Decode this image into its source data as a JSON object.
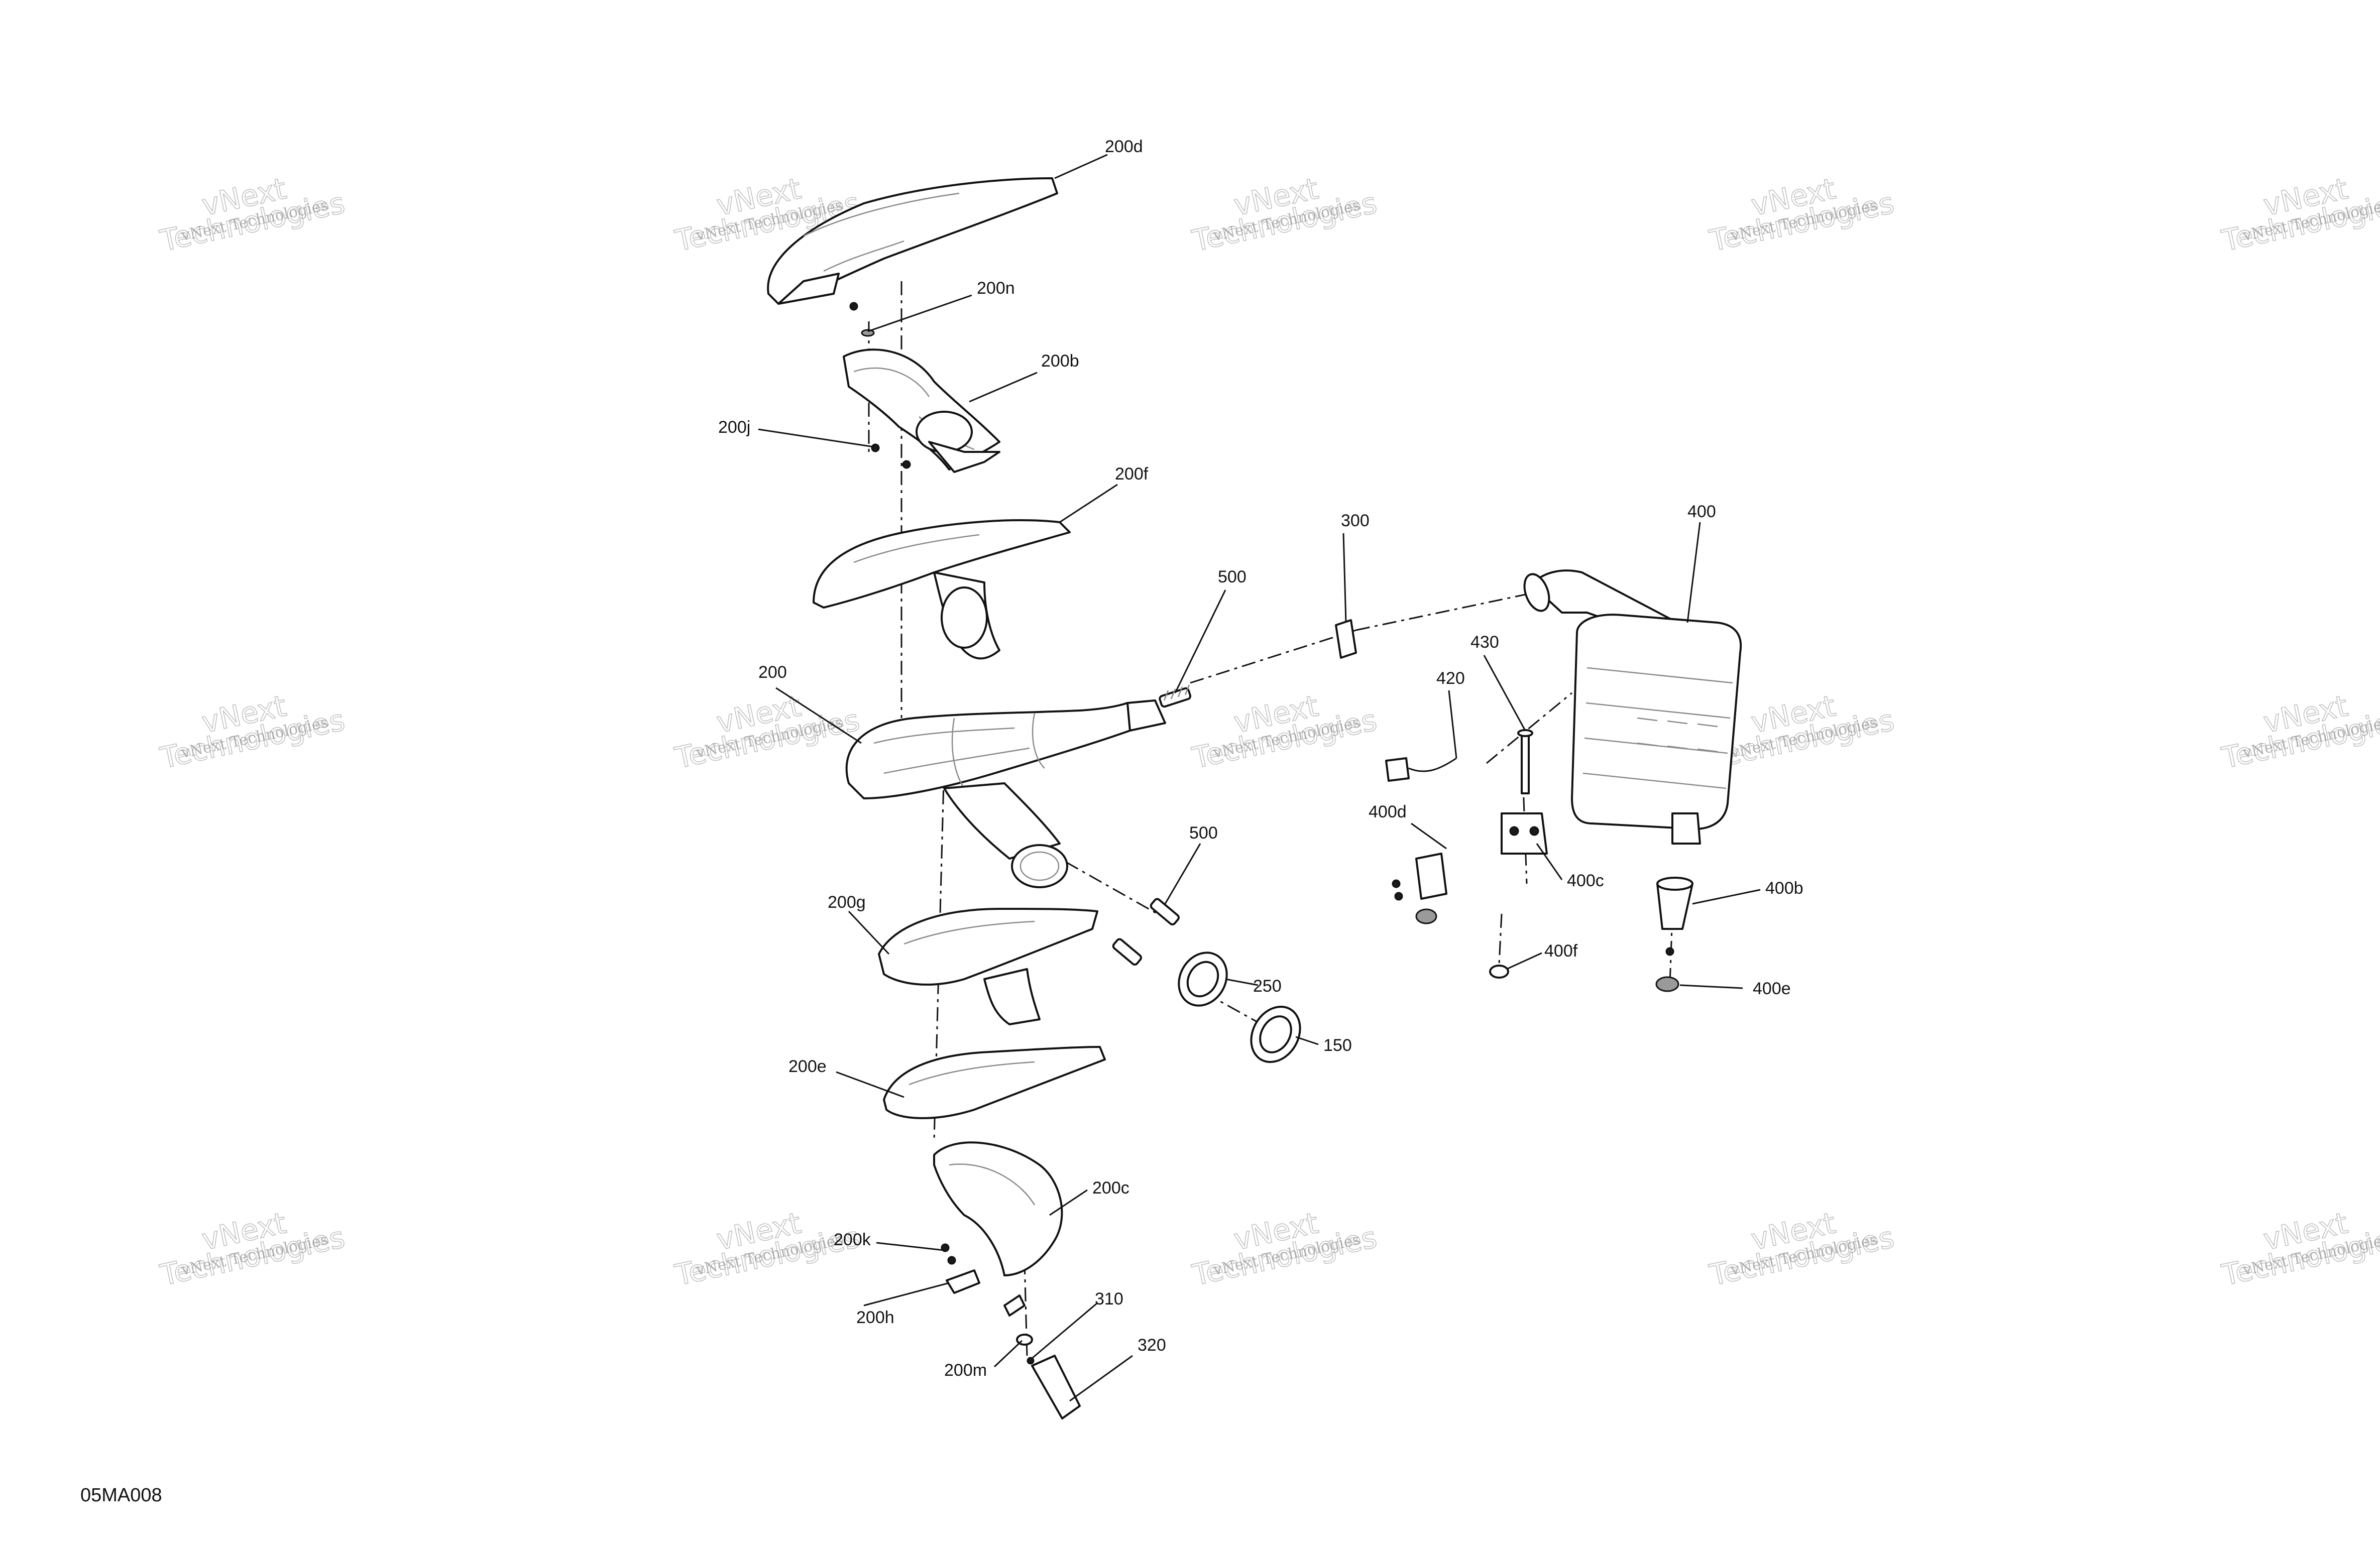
{
  "diagram_code": "05MA008",
  "watermark": {
    "line1": "vNext Technologies",
    "line2": "Technologies",
    "line3": "vNext"
  },
  "callouts": {
    "p200": "200",
    "p200b": "200b",
    "p200c": "200c",
    "p200d": "200d",
    "p200e": "200e",
    "p200f": "200f",
    "p200g": "200g",
    "p200h": "200h",
    "p200j": "200j",
    "p200k": "200k",
    "p200m": "200m",
    "p200n": "200n",
    "p150": "150",
    "p250": "250",
    "p300": "300",
    "p310": "310",
    "p320": "320",
    "p400": "400",
    "p400b": "400b",
    "p400c": "400c",
    "p400d": "400d",
    "p400e": "400e",
    "p400f": "400f",
    "p420": "420",
    "p430": "430",
    "p500a": "500",
    "p500b": "500"
  }
}
